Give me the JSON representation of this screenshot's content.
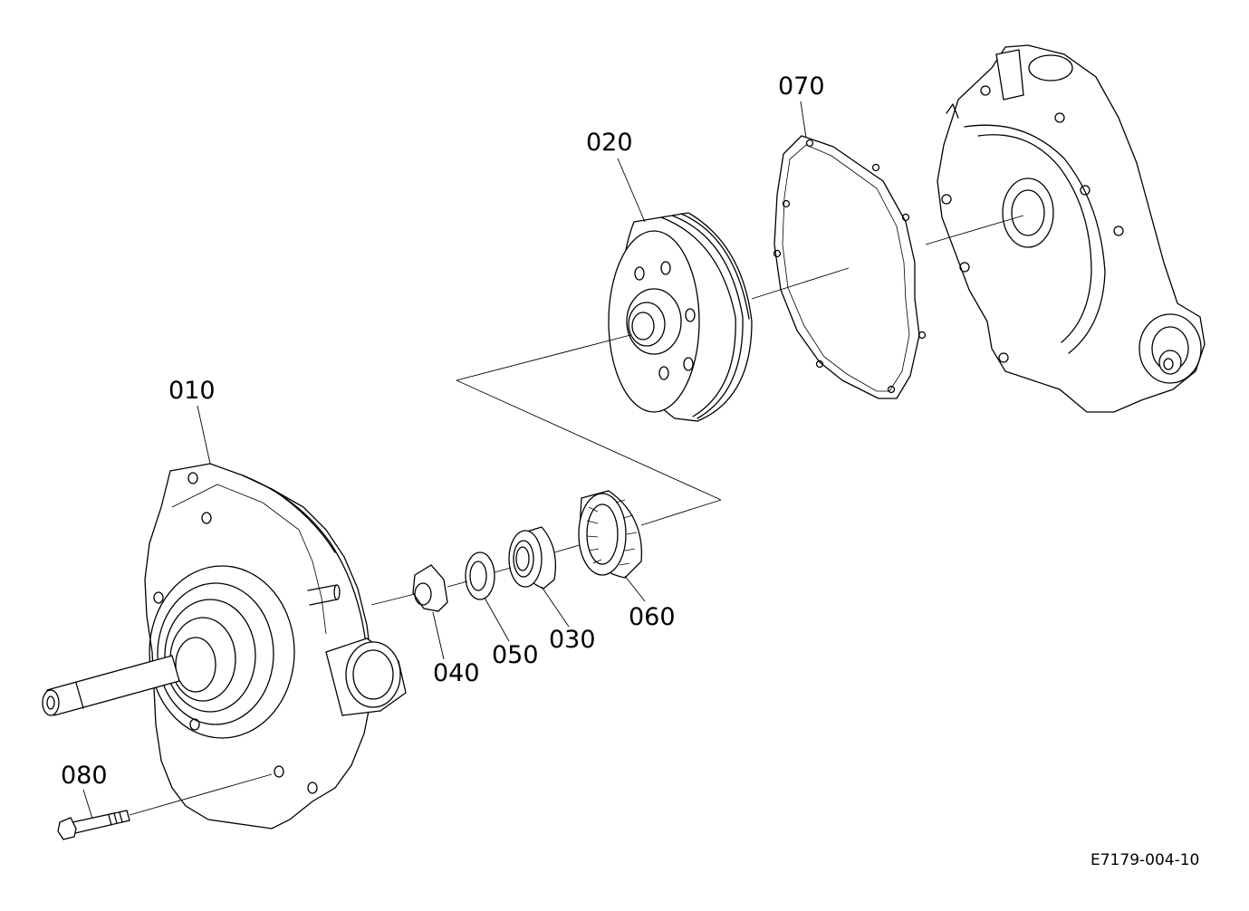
{
  "labels": {
    "p010": "010",
    "p020": "020",
    "p030": "030",
    "p040": "040",
    "p050": "050",
    "p060": "060",
    "p070": "070",
    "p080": "080"
  },
  "drawing_code": "E7179-004-10"
}
